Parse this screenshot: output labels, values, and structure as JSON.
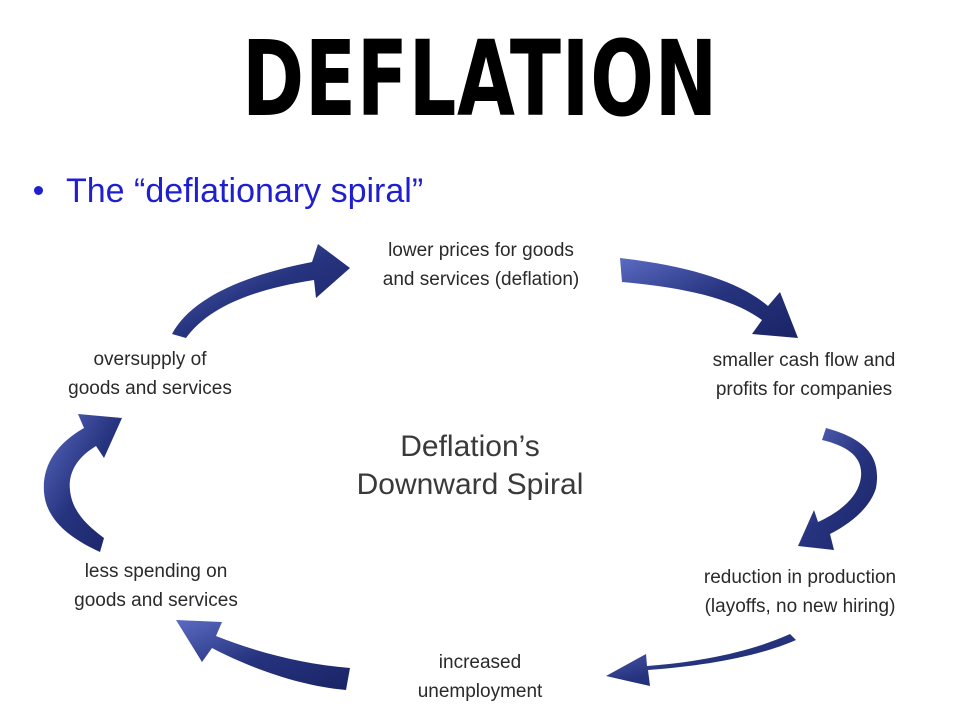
{
  "title": "DEFLATION",
  "bullet": "The “deflationary spiral”",
  "diagram": {
    "center_title": "Deflation’s\nDownward Spiral",
    "steps": [
      {
        "id": "lower-prices",
        "text": "lower prices for goods\nand services (deflation)"
      },
      {
        "id": "smaller-cash-flow",
        "text": "smaller cash flow and\nprofits for companies"
      },
      {
        "id": "reduction-production",
        "text": "reduction in production\n(layoffs, no new hiring)"
      },
      {
        "id": "increased-unemployment",
        "text": "increased\nunemployment"
      },
      {
        "id": "less-spending",
        "text": "less spending on\ngoods and services"
      },
      {
        "id": "oversupply",
        "text": "oversupply of\ngoods and services"
      }
    ],
    "arrow_color": "#2b3a8a"
  }
}
